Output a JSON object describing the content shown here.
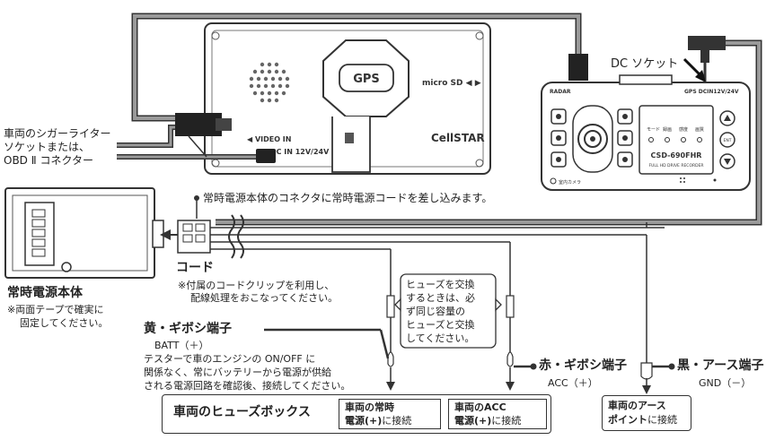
{
  "device_labels": {
    "radar": "RADAR",
    "gps_port": "GPS DCIN12V/24V",
    "model": "CSD-690FHR",
    "model_sub": "FULL HD DRIVE RECORDER",
    "indicators": [
      "モード",
      "録画",
      "感度",
      "画質"
    ],
    "ent": "ENT",
    "camera_label": "室内カメラ",
    "gps_unit": "GPS",
    "brand": "CellSTAR",
    "video_in": "◀ VIDEO IN",
    "dc_in": "▼ DC IN 12V/24V",
    "microsd": "micro SD ◀ ▶"
  },
  "dc_socket_label": "DC ソケット",
  "car_socket_label": [
    "車両のシガーライター",
    "ソケットまたは、",
    "OBD Ⅱ コネクター"
  ],
  "connector_note": "常時電源本体のコネクタに常時電源コードを差し込みます。",
  "power_unit": {
    "title": "常時電源本体",
    "note": [
      "※両面テープで確実に",
      "固定してください。"
    ]
  },
  "cord": {
    "title": "コード",
    "note": [
      "※付属のコードクリップを利用し、",
      "配線処理をおこなってください。"
    ]
  },
  "fuse_note": [
    "ヒューズを交換",
    "するときは、必",
    "ず同じ容量の",
    "ヒューズと交換",
    "してください。"
  ],
  "yellow_terminal": {
    "title": "黄・ギボシ端子",
    "sub": "BATT（＋）",
    "desc": [
      "テスターで車のエンジンの ON/OFF に",
      "関係なく、常にバッテリーから電源が供給",
      "される電源回路を確認後、接続してください。"
    ]
  },
  "red_terminal": {
    "title": "赤・ギボシ端子",
    "sub": "ACC（＋）"
  },
  "black_terminal": {
    "title": "黒・アース端子",
    "sub": "GND（－）"
  },
  "fuse_box": {
    "title": "車両のヒューズボックス",
    "constant": {
      "line1": "車両の常時",
      "line2_bold": "電源(+)",
      "line2_rest": "に接続"
    },
    "acc": {
      "line1": "車両のACC",
      "line2_bold": "電源(+)",
      "line2_rest": "に接続"
    }
  },
  "ground_point": {
    "line1": "車両のアース",
    "line2_bold": "ポイント",
    "line2_rest": "に接続"
  }
}
